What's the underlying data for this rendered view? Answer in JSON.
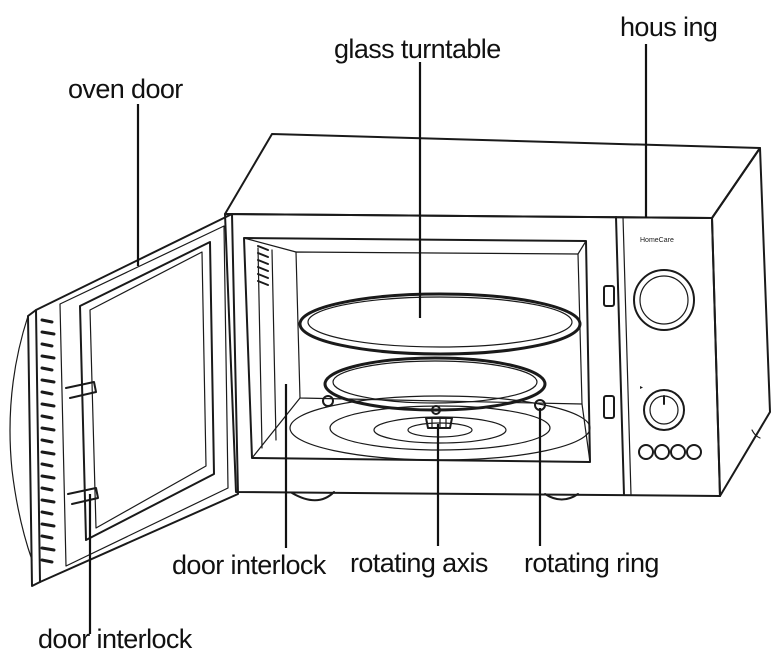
{
  "labels": {
    "housing": "hous ing",
    "glass_turntable": "glass turntable",
    "oven_door": "oven door",
    "door_interlock_cavity": "door interlock",
    "rotating_axis": "rotating axis",
    "rotating_ring": "rotating ring",
    "door_interlock_door": "door interlock"
  },
  "colors": {
    "ink": "#1a1a1a",
    "background": "#ffffff"
  }
}
